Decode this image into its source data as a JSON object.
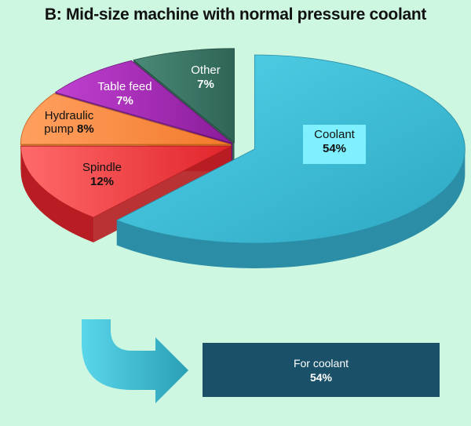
{
  "title": "B: Mid-size machine with normal pressure coolant",
  "chart_data": {
    "type": "pie",
    "style": "3d-exploded",
    "slices": [
      {
        "label": "Coolant",
        "value": 54,
        "value_label": "54%",
        "color": "#3cb7cf",
        "side_color": "#2b8ea6",
        "label_bg": "#7ef0ff",
        "exploded": true
      },
      {
        "label": "Spindle",
        "value": 12,
        "value_label": "12%",
        "color": "#f2383a",
        "side_color": "#b71d22",
        "exploded": false
      },
      {
        "label": "Hydraulic pump",
        "value": 8,
        "value_label": "8%",
        "color": "#ff8a3c",
        "side_color": "#c4601f",
        "exploded": false
      },
      {
        "label": "Table feed",
        "value": 7,
        "value_label": "7%",
        "color": "#a323b4",
        "side_color": "#6d1579",
        "exploded": false
      },
      {
        "label": "Other",
        "value": 7,
        "value_label": "7%",
        "color": "#3a7765",
        "side_color": "#224d40",
        "exploded": false
      }
    ]
  },
  "callout": {
    "label": "For coolant",
    "value": "54%"
  },
  "colors": {
    "background": "#cdf7e0",
    "callout_box": "#1a5168",
    "arrow": "#3cb7cf"
  }
}
